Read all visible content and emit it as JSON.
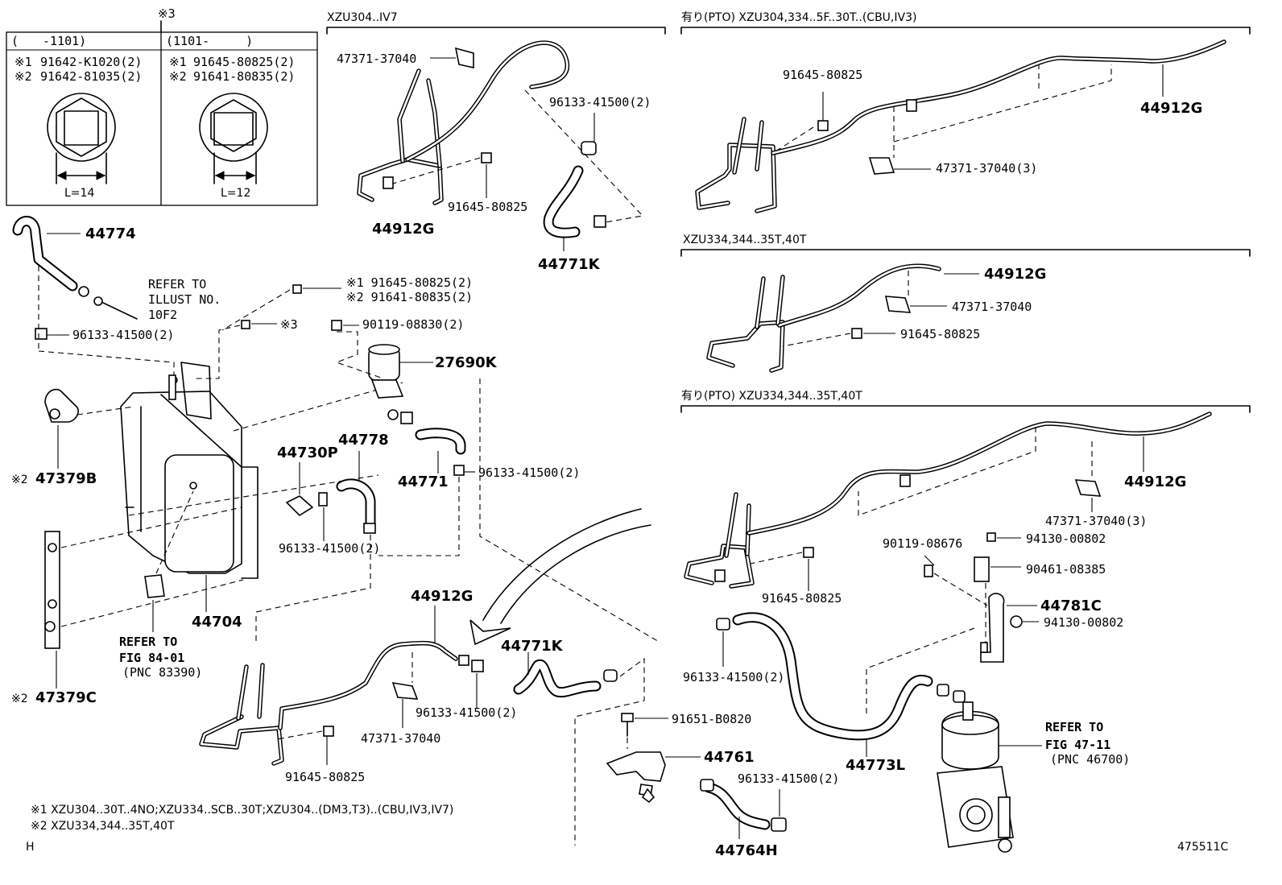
{
  "inset": {
    "marker": "※3",
    "left": {
      "range": "(　　-1101)",
      "line1_mark": "※1",
      "line1_part": "91642-K1020(2)",
      "line2_mark": "※2",
      "line2_part": "91642-81035(2)",
      "length": "L=14"
    },
    "right": {
      "range": "(1101-　　　)",
      "line1_mark": "※1",
      "line1_part": "91645-80825(2)",
      "line2_mark": "※2",
      "line2_part": "91641-80835(2)",
      "length": "L=12"
    }
  },
  "sections": {
    "s1": "XZU304..IV7",
    "s2": "有り(PTO) XZU304,334..5F..30T..(CBU,IV3)",
    "s3": "XZU334,344..35T,40T",
    "s4": "有り(PTO) XZU334,344..35T,40T"
  },
  "labels": {
    "l_44774": "44774",
    "l_refer_illust_1": "REFER TO",
    "l_refer_illust_2": "ILLUST NO.",
    "l_refer_illust_3": "10F2",
    "l_96133_a": "96133-41500(2)",
    "l_mark3": "※3",
    "l_bolt_m1": "※1 91645-80825(2)",
    "l_bolt_m2": "※2 91641-80835(2)",
    "l_90119_08830": "90119-08830(2)",
    "l_27690k": "27690K",
    "l_47379b_mark": "※2",
    "l_47379b": "47379B",
    "l_44730p": "44730P",
    "l_44778": "44778",
    "l_44771": "44771",
    "l_96133_b": "96133-41500(2)",
    "l_96133_c": "96133-41500(2)",
    "l_44704": "44704",
    "l_refer_fig84_1": "REFER TO",
    "l_refer_fig84_2": "FIG 84-01",
    "l_refer_fig84_3": "(PNC 83390)",
    "l_47379c_mark": "※2",
    "l_47379c": "47379C",
    "s1_47371": "47371-37040",
    "s1_96133": "96133-41500(2)",
    "s1_91645": "91645-80825",
    "s1_44912g": "44912G",
    "s1_44771k": "44771K",
    "s2_91645": "91645-80825",
    "s2_44912g": "44912G",
    "s2_47371": "47371-37040(3)",
    "s3_44912g": "44912G",
    "s3_47371": "47371-37040",
    "s3_91645": "91645-80825",
    "s4_44912g": "44912G",
    "s4_47371": "47371-37040(3)",
    "s4_90119": "90119-08676",
    "s4_94130_a": "94130-00802",
    "s4_90461": "90461-08385",
    "s4_44781c": "44781C",
    "s4_94130_b": "94130-00802",
    "s4_91645": "91645-80825",
    "b_44912g": "44912G",
    "b_44771k": "44771K",
    "b_96133_a": "96133-41500(2)",
    "b_47371": "47371-37040",
    "b_91645": "91645-80825",
    "b_96133_b": "96133-41500(2)",
    "b_91651": "91651-B0820",
    "b_44761": "44761",
    "b_96133_c": "96133-41500(2)",
    "b_44764h": "44764H",
    "b_44773l": "44773L",
    "b_refer47_1": "REFER TO",
    "b_refer47_2": "FIG 47-11",
    "b_refer47_3": "(PNC 46700)"
  },
  "footnotes": {
    "note1": "※1 XZU304..30T..4NO;XZU334..SCB..30T;XZU304..(DM3,T3)..(CBU,IV3,IV7)",
    "note2": "※2 XZU334,344..35T,40T",
    "corner": "H",
    "figure_code": "475511C"
  }
}
